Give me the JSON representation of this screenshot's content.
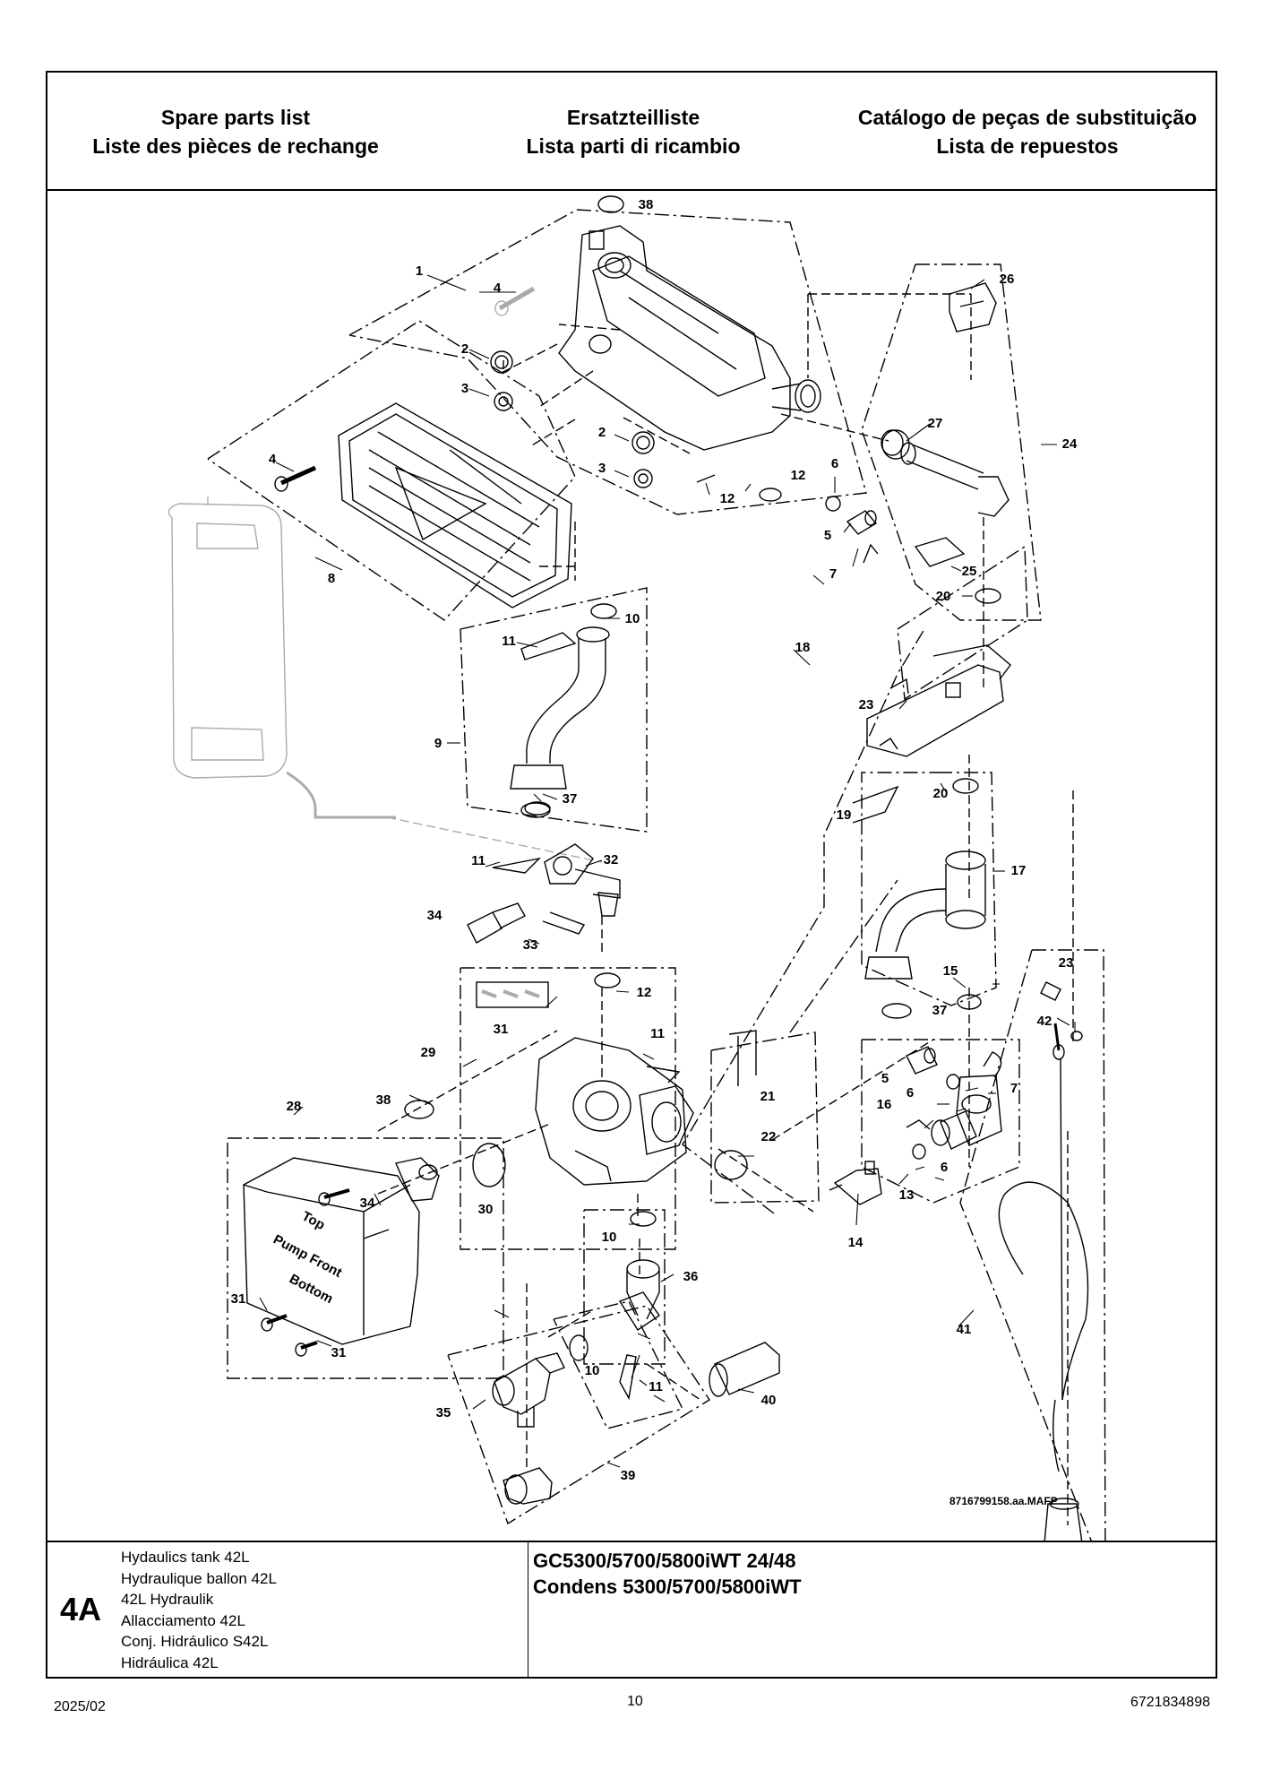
{
  "header": {
    "titles": [
      [
        "Spare parts list",
        "Liste des pièces de rechange"
      ],
      [
        "Ersatzteilliste",
        "Lista parti di ricambio"
      ],
      [
        "Catálogo de peças de substituição",
        "Lista de repuestos"
      ]
    ]
  },
  "diagram": {
    "reference": "8716799158.aa.MAFP",
    "pump_label": [
      "Top",
      "Pump Front",
      "Bottom"
    ],
    "callouts": {
      "c1": "1",
      "c2a": "2",
      "c2b": "2",
      "c3a": "3",
      "c3b": "3",
      "c4a": "4",
      "c4b": "4",
      "c5a": "5",
      "c5b": "5",
      "c6a": "6",
      "c6b": "6",
      "c6c": "6",
      "c7a": "7",
      "c7b": "7",
      "c8": "8",
      "c9": "9",
      "c10a": "10",
      "c10b": "10",
      "c10c": "10",
      "c11a": "11",
      "c11b": "11",
      "c11c": "11",
      "c11d": "11",
      "c12a": "12",
      "c12b": "12",
      "c12c": "12",
      "c13": "13",
      "c14": "14",
      "c15": "15",
      "c16": "16",
      "c17": "17",
      "c18": "18",
      "c19": "19",
      "c20a": "20",
      "c20b": "20",
      "c21": "21",
      "c22": "22",
      "c23a": "23",
      "c23b": "23",
      "c24": "24",
      "c25": "25",
      "c26": "26",
      "c27": "27",
      "c28": "28",
      "c29": "29",
      "c30": "30",
      "c31a": "31",
      "c31b": "31",
      "c31c": "31",
      "c32": "32",
      "c33": "33",
      "c34a": "34",
      "c34b": "34",
      "c35": "35",
      "c36": "36",
      "c37a": "37",
      "c37b": "37",
      "c38a": "38",
      "c38b": "38",
      "c39": "39",
      "c40": "40",
      "c41": "41",
      "c42": "42"
    }
  },
  "footer": {
    "code": "4A",
    "descriptions": [
      "Hydaulics tank 42L",
      "Hydraulique ballon 42L",
      "42L Hydraulik",
      "Allacciamento 42L",
      "Conj. Hidráulico S42L",
      "Hidráulica 42L"
    ],
    "models": [
      "GC5300/5700/5800iWT 24/48",
      "Condens 5300/5700/5800iWT"
    ]
  },
  "page": {
    "date": "2025/02",
    "number": "10",
    "document_number": "6721834898"
  }
}
